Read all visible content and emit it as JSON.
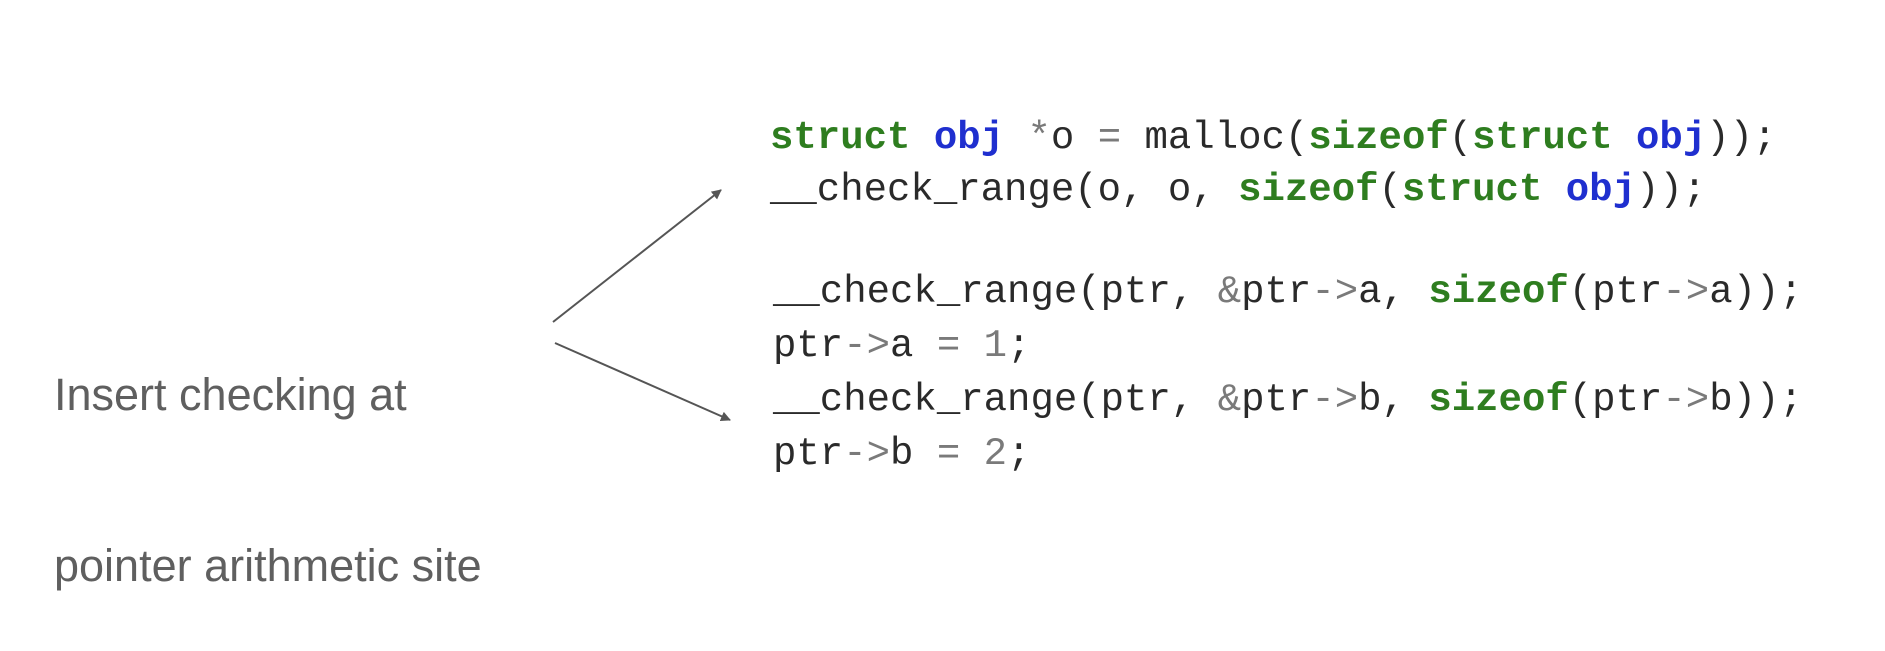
{
  "label": {
    "lines": [
      "Insert checking at",
      "pointer arithmetic site"
    ]
  },
  "colors": {
    "keyword": "#2e7d1f",
    "type": "#1f2fcf",
    "operator": "#7a7a7a",
    "text": "#2a2a2a",
    "label": "#5f5f5f",
    "arrow": "#555555"
  },
  "code_blocks": [
    {
      "lines": [
        [
          [
            "kw",
            "struct"
          ],
          [
            "tx",
            " "
          ],
          [
            "ty",
            "obj"
          ],
          [
            "tx",
            " "
          ],
          [
            "op",
            "*"
          ],
          [
            "tx",
            "o "
          ],
          [
            "op",
            "="
          ],
          [
            "tx",
            " malloc("
          ],
          [
            "kw",
            "sizeof"
          ],
          [
            "tx",
            "("
          ],
          [
            "kw",
            "struct"
          ],
          [
            "tx",
            " "
          ],
          [
            "ty",
            "obj"
          ],
          [
            "tx",
            "));"
          ]
        ],
        [
          [
            "tx",
            "__check_range(o, o, "
          ],
          [
            "kw",
            "sizeof"
          ],
          [
            "tx",
            "("
          ],
          [
            "kw",
            "struct"
          ],
          [
            "tx",
            " "
          ],
          [
            "ty",
            "obj"
          ],
          [
            "tx",
            "));"
          ]
        ]
      ]
    },
    {
      "lines": [
        [
          [
            "tx",
            "__check_range(ptr, "
          ],
          [
            "op",
            "&"
          ],
          [
            "tx",
            "ptr"
          ],
          [
            "op",
            "->"
          ],
          [
            "tx",
            "a, "
          ],
          [
            "kw",
            "sizeof"
          ],
          [
            "tx",
            "(ptr"
          ],
          [
            "op",
            "->"
          ],
          [
            "tx",
            "a));"
          ]
        ],
        [
          [
            "tx",
            "ptr"
          ],
          [
            "op",
            "->"
          ],
          [
            "tx",
            "a "
          ],
          [
            "op",
            "="
          ],
          [
            "tx",
            " "
          ],
          [
            "num",
            "1"
          ],
          [
            "tx",
            ";"
          ]
        ],
        [
          [
            "tx",
            "__check_range(ptr, "
          ],
          [
            "op",
            "&"
          ],
          [
            "tx",
            "ptr"
          ],
          [
            "op",
            "->"
          ],
          [
            "tx",
            "b, "
          ],
          [
            "kw",
            "sizeof"
          ],
          [
            "tx",
            "(ptr"
          ],
          [
            "op",
            "->"
          ],
          [
            "tx",
            "b));"
          ]
        ],
        [
          [
            "tx",
            "ptr"
          ],
          [
            "op",
            "->"
          ],
          [
            "tx",
            "b "
          ],
          [
            "op",
            "="
          ],
          [
            "tx",
            " "
          ],
          [
            "num",
            "2"
          ],
          [
            "tx",
            ";"
          ]
        ]
      ]
    }
  ]
}
